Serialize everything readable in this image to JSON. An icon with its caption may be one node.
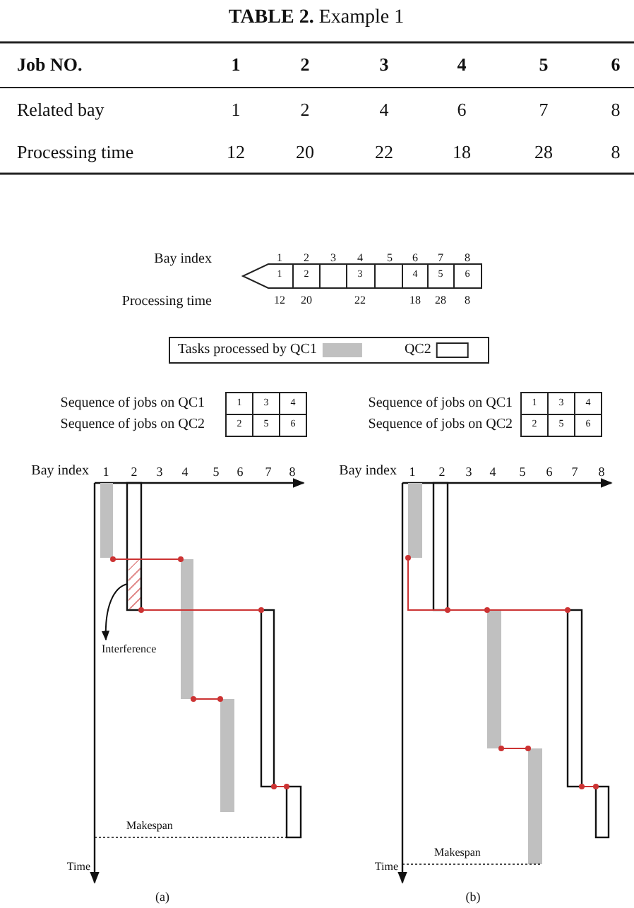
{
  "diagram": {
    "title": "**TABLE 2.** Example 1",
    "nodes": [
      {
        "text": [],
        "shape": "box"
      },
      {
        "text": [
          "Interference"
        ]
      }
    ],
    "edges": [
      {
        "from": 0,
        "to": 1,
        "arrow": "to"
      }
    ],
    "labels": [
      "Job NO.",
      "1",
      "2",
      "3",
      "4",
      "5",
      "6",
      "Related bay",
      "1",
      "2",
      "4",
      "6",
      "7",
      "8",
      "Processing time",
      "12",
      "20",
      "22",
      "18",
      "28",
      "8",
      "Bay index",
      "1",
      "2",
      "3",
      "4",
      "5",
      "6",
      "7",
      "8",
      "1",
      "2",
      "3",
      "4",
      "5",
      "6",
      "Processing time",
      "12",
      "20",
      "22",
      "18",
      "28",
      "8",
      "Sequence of jobs on QC1",
      "1",
      "3",
      "4",
      "Sequence of jobs on QC2",
      "2",
      "5",
      "6",
      "Bay index",
      "1",
      "2",
      "3",
      "4",
      "5",
      "6",
      "7",
      "8",
      "Makespan",
      "Time",
      "(a)",
      "Sequence of jobs on QC1",
      "1",
      "3",
      "4",
      "Sequence of jobs on QC2",
      "2",
      "5",
      "6",
      "Bay index",
      "1",
      "2",
      "3",
      "4",
      "5",
      "6",
      "7",
      "8",
      "Makespan",
      "Time",
      "(b)"
    ],
    "legend": [
      {
        "text": "Tasks processed by QC1",
        "color": "#c0c0c0"
      },
      {
        "text": "QC2"
      }
    ]
  }
}
